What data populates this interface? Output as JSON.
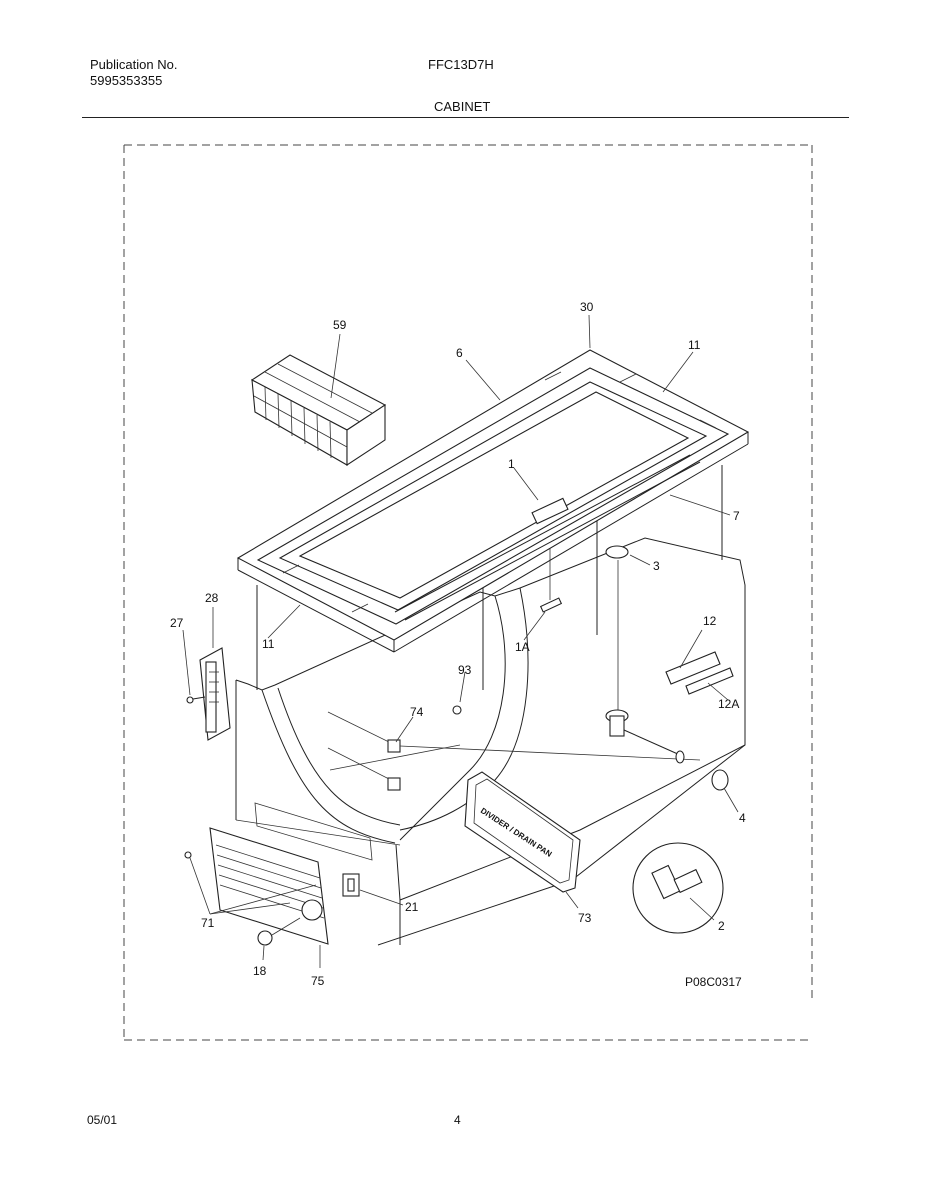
{
  "header": {
    "publication_label": "Publication No.",
    "publication_number": "5995353355",
    "model": "FFC13D7H",
    "section_title": "CABINET"
  },
  "diagram": {
    "callouts": {
      "c59": "59",
      "c30": "30",
      "c6": "6",
      "c11_top": "11",
      "c1": "1",
      "c7": "7",
      "c3": "3",
      "c28": "28",
      "c27": "27",
      "c11_left": "11",
      "c1A": "1A",
      "c12": "12",
      "c93": "93",
      "c74": "74",
      "c12A": "12A",
      "c4": "4",
      "c21": "21",
      "c73": "73",
      "c2": "2",
      "c71": "71",
      "c18": "18",
      "c75": "75"
    },
    "drain_pan_text": "DIVIDER / DRAIN PAN",
    "figure_code": "P08C0317"
  },
  "footer": {
    "date": "05/01",
    "page": "4"
  }
}
